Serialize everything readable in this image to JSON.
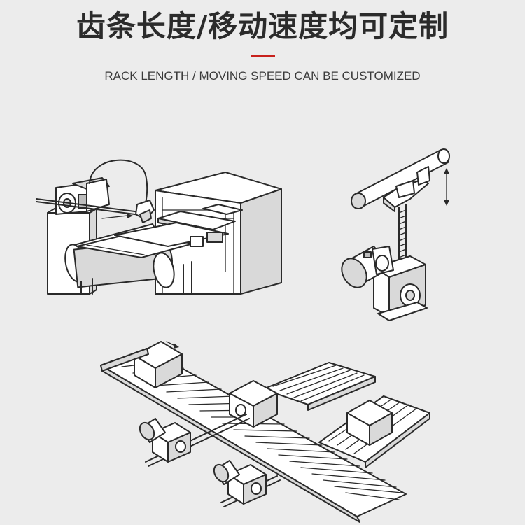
{
  "header": {
    "title_cn": "齿条长度/移动速度均可定制",
    "subtitle_en": "RACK LENGTH / MOVING SPEED CAN BE CUSTOMIZED"
  },
  "colors": {
    "background": "#ececec",
    "accent": "#c8211c",
    "title": "#2b2b2b",
    "line": "#2a2a2a"
  },
  "illustrations": [
    "conveyor-transfer-machine",
    "vertical-rack-lift-unit",
    "multi-lane-roller-conveyor"
  ]
}
